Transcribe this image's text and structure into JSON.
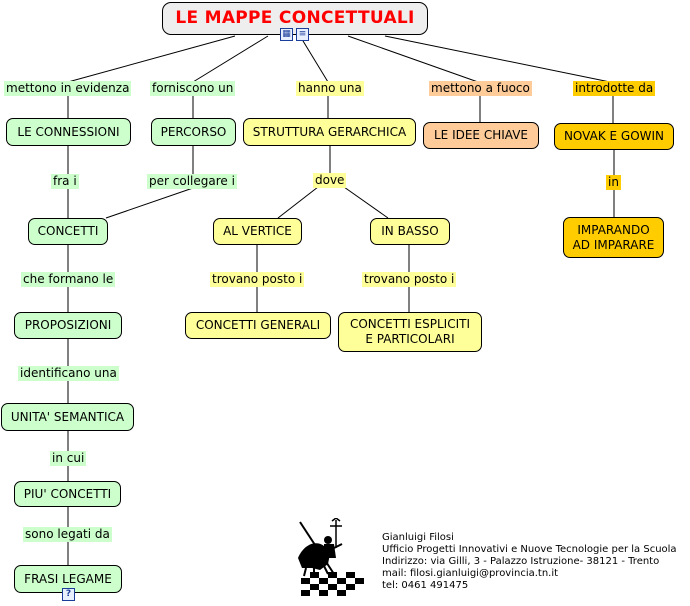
{
  "title": "LE MAPPE CONCETTUALI",
  "icons": {
    "image": "image-icon",
    "document": "document-icon",
    "help": "question-icon"
  },
  "colors": {
    "green": "#ccffcc",
    "yellow": "#ffff99",
    "orange": "#ffcc99",
    "gold": "#ffcc00",
    "title_text": "#ff0000"
  },
  "links": {
    "mettono_in_evidenza": "mettono in evidenza",
    "forniscono_un": "forniscono un",
    "hanno_una": "hanno una",
    "mettono_a_fuoco": "mettono a fuoco",
    "introdotte_da": "introdotte da",
    "fra_i": "fra i",
    "per_collegare_i": "per collegare i",
    "dove": "dove",
    "in": "in",
    "che_formano_le": "che formano le",
    "trovano_posto_i_1": "trovano posto i",
    "trovano_posto_i_2": "trovano posto i",
    "identificano_una": "identificano una",
    "in_cui": "in cui",
    "sono_legati_da": "sono legati da"
  },
  "nodes": {
    "connessioni": "LE CONNESSIONI",
    "percorso": "PERCORSO",
    "struttura": "STRUTTURA GERARCHICA",
    "idee": "LE IDEE CHIAVE",
    "novak": "NOVAK E GOWIN",
    "concetti": "CONCETTI",
    "vertice": "AL VERTICE",
    "basso": "IN BASSO",
    "imparando_1": "IMPARANDO",
    "imparando_2": "AD IMPARARE",
    "proposizioni": "PROPOSIZIONI",
    "generali": "CONCETTI GENERALI",
    "espliciti_1": "CONCETTI ESPLICITI",
    "espliciti_2": "E PARTICOLARI",
    "unita": "UNITA' SEMANTICA",
    "piu": "PIU' CONCETTI",
    "frasi": "FRASI LEGAME"
  },
  "footer": {
    "line1": "Gianluigi Filosi",
    "line2": "Ufficio Progetti Innovativi e Nuove Tecnologie per la Scuola",
    "line3": "Indirizzo: via Gilli, 3 - Palazzo Istruzione- 38121 - Trento",
    "line4": "mail: filosi.gianluigi@provincia.tn.it",
    "line5": "tel: 0461 491475"
  }
}
